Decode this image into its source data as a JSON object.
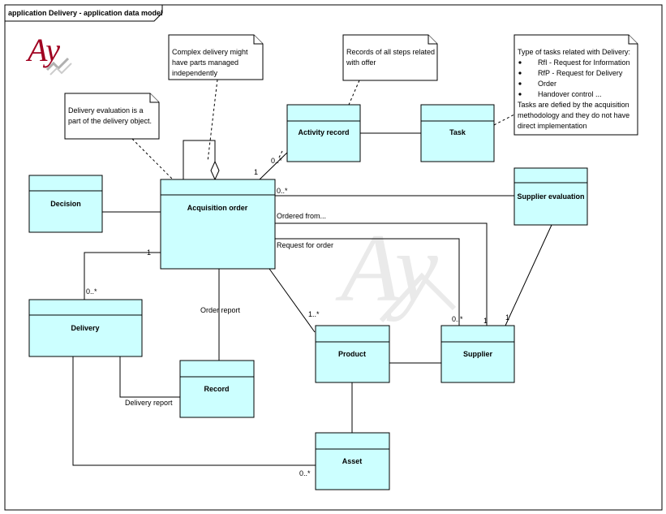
{
  "diagram": {
    "title": "application Delivery - application data model",
    "logo_text": "Ay"
  },
  "classes": [
    {
      "id": "activity_record",
      "name": "Activity record"
    },
    {
      "id": "task",
      "name": "Task"
    },
    {
      "id": "decision",
      "name": "Decision"
    },
    {
      "id": "acquisition_order",
      "name": "Acquisition order"
    },
    {
      "id": "supplier_evaluation",
      "name": "Supplier evaluation"
    },
    {
      "id": "delivery",
      "name": "Delivery"
    },
    {
      "id": "record",
      "name": "Record"
    },
    {
      "id": "product",
      "name": "Product"
    },
    {
      "id": "supplier",
      "name": "Supplier"
    },
    {
      "id": "asset",
      "name": "Asset"
    }
  ],
  "notes": [
    {
      "id": "note_complex",
      "lines": [
        "Complex delivery might",
        "have parts managed",
        "independently"
      ]
    },
    {
      "id": "note_records",
      "lines": [
        "Records of all steps related",
        "with offer"
      ]
    },
    {
      "id": "note_eval",
      "lines": [
        "Delivery evaluation is a",
        "part of the delivery object."
      ]
    },
    {
      "id": "note_tasks",
      "lines": [
        "Type of tasks related with Delivery:"
      ],
      "bullets": [
        "RfI - Request for Information",
        "RfP - Request for Delivery",
        "Order",
        "Handover control ..."
      ],
      "footer": [
        "Tasks are defied by the acquisition",
        "methodology and they do not have",
        "direct implementation"
      ]
    }
  ],
  "labels": {
    "ordered_from": "Ordered from...",
    "request_for_order": "Request for order",
    "order_report": "Order report",
    "delivery_report": "Delivery report"
  },
  "multiplicities": {
    "activity_one": "1",
    "activity_many": "0..*",
    "supplier_eval_many": "0..*",
    "delivery_one": "1",
    "delivery_many": "0..*",
    "product_many": "1..*",
    "supplier_request_many": "0..*",
    "supplier_ordered_one": "1",
    "supplier_eval_one": "1",
    "asset_many": "0..*"
  },
  "colors": {
    "class_fill": "#ccffff",
    "logo_red": "#a00020",
    "logo_gray": "#b0b0b0"
  }
}
